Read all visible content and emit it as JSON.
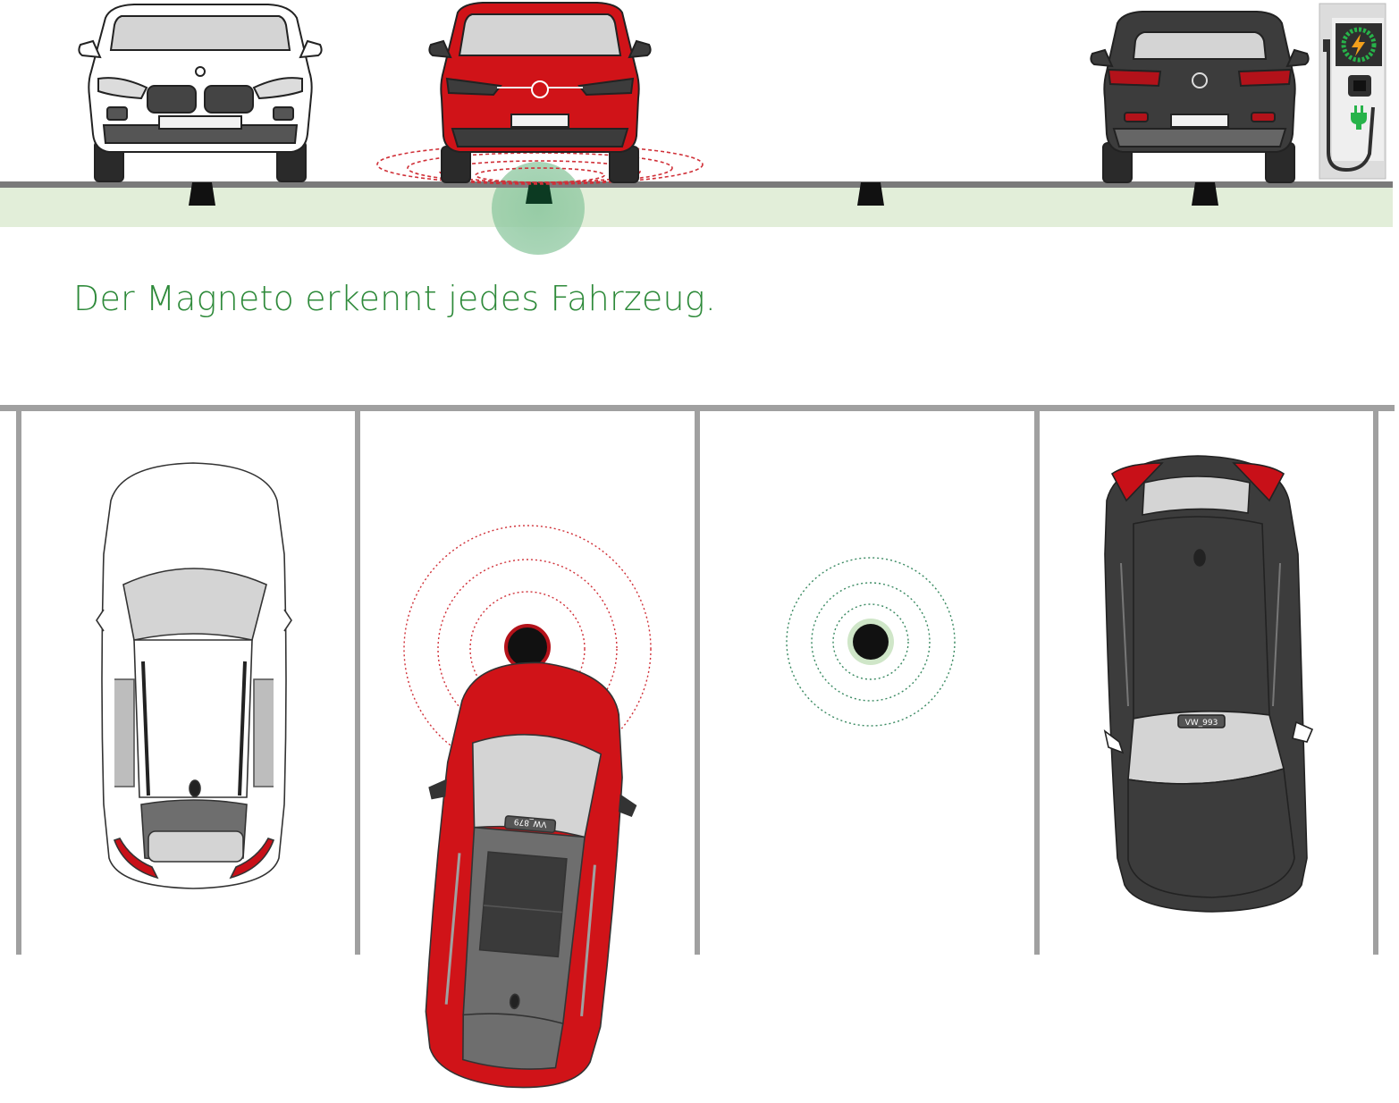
{
  "caption": "Der Magneto erkennt jedes Fahrzeug.",
  "plates": {
    "red_car_top": "VW_879",
    "dark_car_top": "VW_993"
  },
  "colors": {
    "caption": "#2e8a3a",
    "sensor_zone": "#e2eed9",
    "detect_bubble": "#8ec8a0",
    "red_car": "#d01318",
    "dark_car": "#3c3c3c",
    "white_car": "#ffffff",
    "signal_red": "#d03038",
    "signal_green": "#3a8a62",
    "divider": "#a0a0a0",
    "charger_accent": "#27b34a"
  },
  "icons": [
    "charging-station-icon",
    "lightning-icon",
    "plug-icon",
    "vw-logo-icon",
    "bmw-logo-icon"
  ]
}
